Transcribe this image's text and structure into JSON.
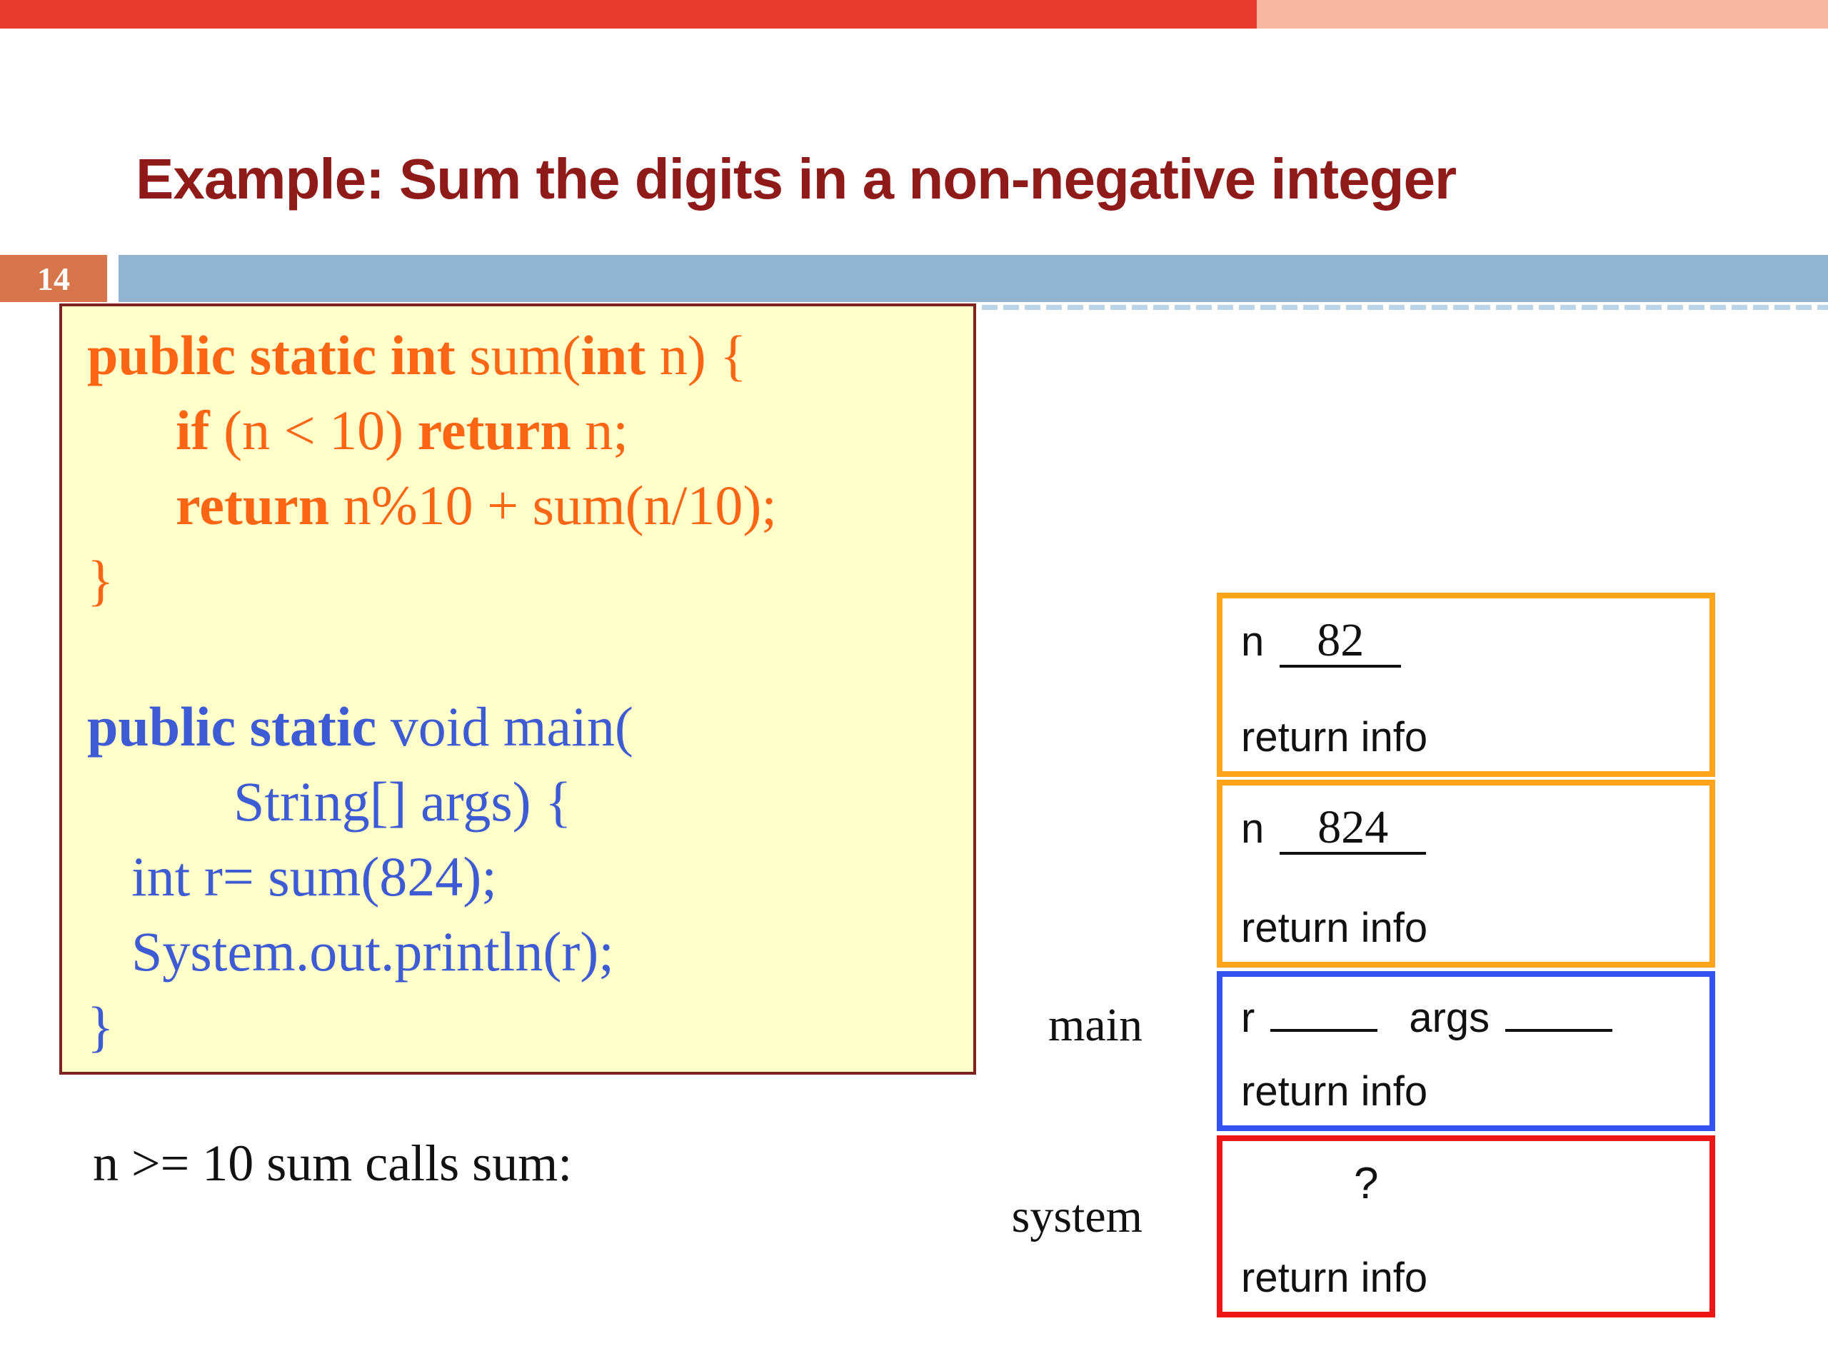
{
  "slide": {
    "number": "14",
    "title": "Example: Sum the digits in a non-negative integer",
    "caption": "n >= 10 sum calls sum:"
  },
  "code_box": {
    "lines": [
      {
        "indent": 0,
        "color": "orange",
        "segs": [
          {
            "t": "public static int ",
            "b": true
          },
          {
            "t": "sum(",
            "b": false
          },
          {
            "t": "int",
            "b": true
          },
          {
            "t": " n) {",
            "b": false
          }
        ]
      },
      {
        "indent": 1,
        "color": "orange",
        "segs": [
          {
            "t": "if",
            "b": true
          },
          {
            "t": " (n < 10) ",
            "b": false
          },
          {
            "t": "return",
            "b": true
          },
          {
            "t": " n;",
            "b": false
          }
        ]
      },
      {
        "indent": 1,
        "color": "orange",
        "segs": [
          {
            "t": "return",
            "b": true
          },
          {
            "t": " n%10 + sum(n/10);",
            "b": false
          }
        ]
      },
      {
        "indent": 0,
        "color": "orange",
        "segs": [
          {
            "t": "}",
            "b": false
          }
        ]
      },
      {
        "blank": true
      },
      {
        "indent": 0,
        "color": "blue",
        "segs": [
          {
            "t": "public static",
            "b": true
          },
          {
            "t": " void main(",
            "b": false
          }
        ]
      },
      {
        "indent": 2,
        "color": "blue",
        "segs": [
          {
            "t": "String[] args) {",
            "b": false
          }
        ]
      },
      {
        "indent": 3,
        "color": "blue",
        "segs": [
          {
            "t": "int r= sum(824);",
            "b": false
          }
        ]
      },
      {
        "indent": 3,
        "color": "blue",
        "segs": [
          {
            "t": "System.out.println(r);",
            "b": false
          }
        ]
      },
      {
        "indent": 0,
        "color": "blue",
        "segs": [
          {
            "t": "}",
            "b": false
          }
        ]
      }
    ]
  },
  "stack": {
    "frames": [
      {
        "name": "sum-call-82",
        "border_color": "#ffa318",
        "fields": [
          {
            "label": "n",
            "value": "82"
          }
        ],
        "info": "return info"
      },
      {
        "name": "sum-call-824",
        "border_color": "#ffa318",
        "fields": [
          {
            "label": "n",
            "value": "824"
          }
        ],
        "info": "return info"
      },
      {
        "name": "main-frame",
        "border_color": "#3353f2",
        "fields": [
          {
            "label": "r",
            "value": ""
          },
          {
            "label": "args",
            "value": ""
          }
        ],
        "info": "return info"
      },
      {
        "name": "system-frame",
        "border_color": "#ed1515",
        "question": "?",
        "info": "return info"
      }
    ],
    "side_labels": [
      {
        "text": "main"
      },
      {
        "text": "system"
      }
    ]
  },
  "colors": {
    "top_bar_left": "#e83a2c",
    "top_bar_right": "#f5b79e",
    "title_text": "#8e1a1a",
    "slide_number_box": "#d7764b",
    "header_band": "#92b4d3",
    "code_box_bg": "#ffffc9",
    "code_box_border": "#7e2222",
    "code_orange": "#fb6514",
    "code_blue": "#3d5bd5",
    "frame_orange": "#ffa318",
    "frame_blue": "#3353f2",
    "frame_red": "#ed1515"
  }
}
